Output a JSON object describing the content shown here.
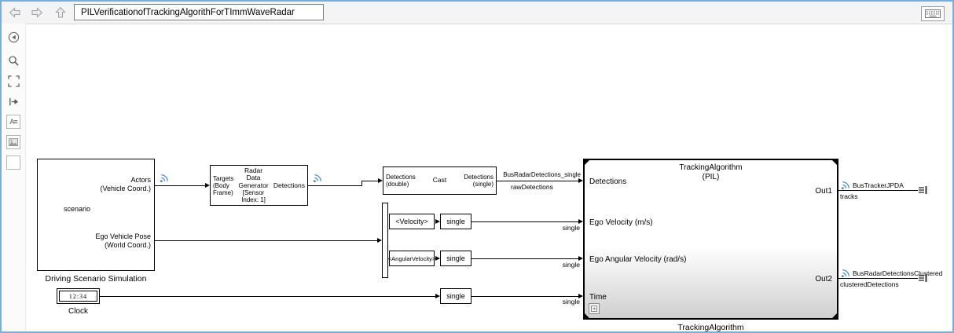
{
  "colors": {
    "window_border": "#79aede",
    "stream_badge": "#4a90d2"
  },
  "toolbar": {
    "model_name": "PILVerificationofTrackingAlgorithForTImmWaveRadar"
  },
  "sidebar": {
    "icons": [
      "browser-toggle",
      "zoom",
      "fit-to-view",
      "step-forward",
      "text-annotation",
      "image-annotation",
      "empty-box"
    ]
  },
  "blocks": {
    "driving_scenario": {
      "actors": "Actors\n(Vehicle Coord.)",
      "scenario": "scenario",
      "ego_pose": "Ego Vehicle Pose\n(World Coord.)",
      "caption": "Driving Scenario Simulation"
    },
    "radar": {
      "targets": "Targets\n(Body\nFrame)",
      "title": "Radar\nData\nGenerator",
      "sensor_index": "[Sensor Index: 1]",
      "detections": "Detections"
    },
    "cast": {
      "in": "Detections\n(double)",
      "name": "Cast",
      "out": "Detections\n(single)"
    },
    "bus_selector": {
      "velocity": "<Velocity>",
      "angular_velocity": "<AngularVelocity>"
    },
    "single_conversion": "single",
    "clock": {
      "display": "12:34",
      "caption": "Clock"
    },
    "tracking": {
      "title": "TrackingAlgorithm\n(PIL)",
      "caption": "TrackingAlgorithm",
      "inputs": [
        "Detections",
        "Ego Velocity (m/s)",
        "Ego Angular Velocity (rad/s)",
        "Time"
      ],
      "outputs": [
        "Out1",
        "Out2"
      ]
    }
  },
  "signals": {
    "bus_radar_detections_single": "BusRadarDetections_single",
    "raw_detections": "rawDetections",
    "single": "single",
    "bus_tracker_jpda": "BusTrackerJPDA",
    "tracks": "tracks",
    "bus_radar_detections_clustered": "BusRadarDetectionsClustered",
    "clustered_detections": "clusteredDetections"
  }
}
